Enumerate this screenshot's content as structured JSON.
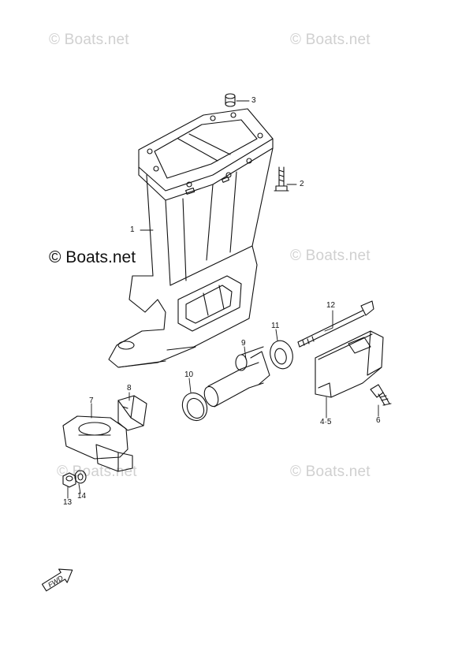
{
  "watermark": {
    "text": "© Boats.net"
  },
  "callouts": {
    "p1": "1",
    "p2": "2",
    "p3": "3",
    "p45": "4·5",
    "p6": "6",
    "p7": "7",
    "p8": "8",
    "p9": "9",
    "p10": "10",
    "p11": "11",
    "p12": "12",
    "p13": "13",
    "p14": "14"
  },
  "fwd_label": "FWD",
  "colors": {
    "line": "#111111",
    "watermark": "#d0d0d0",
    "background": "#ffffff"
  }
}
